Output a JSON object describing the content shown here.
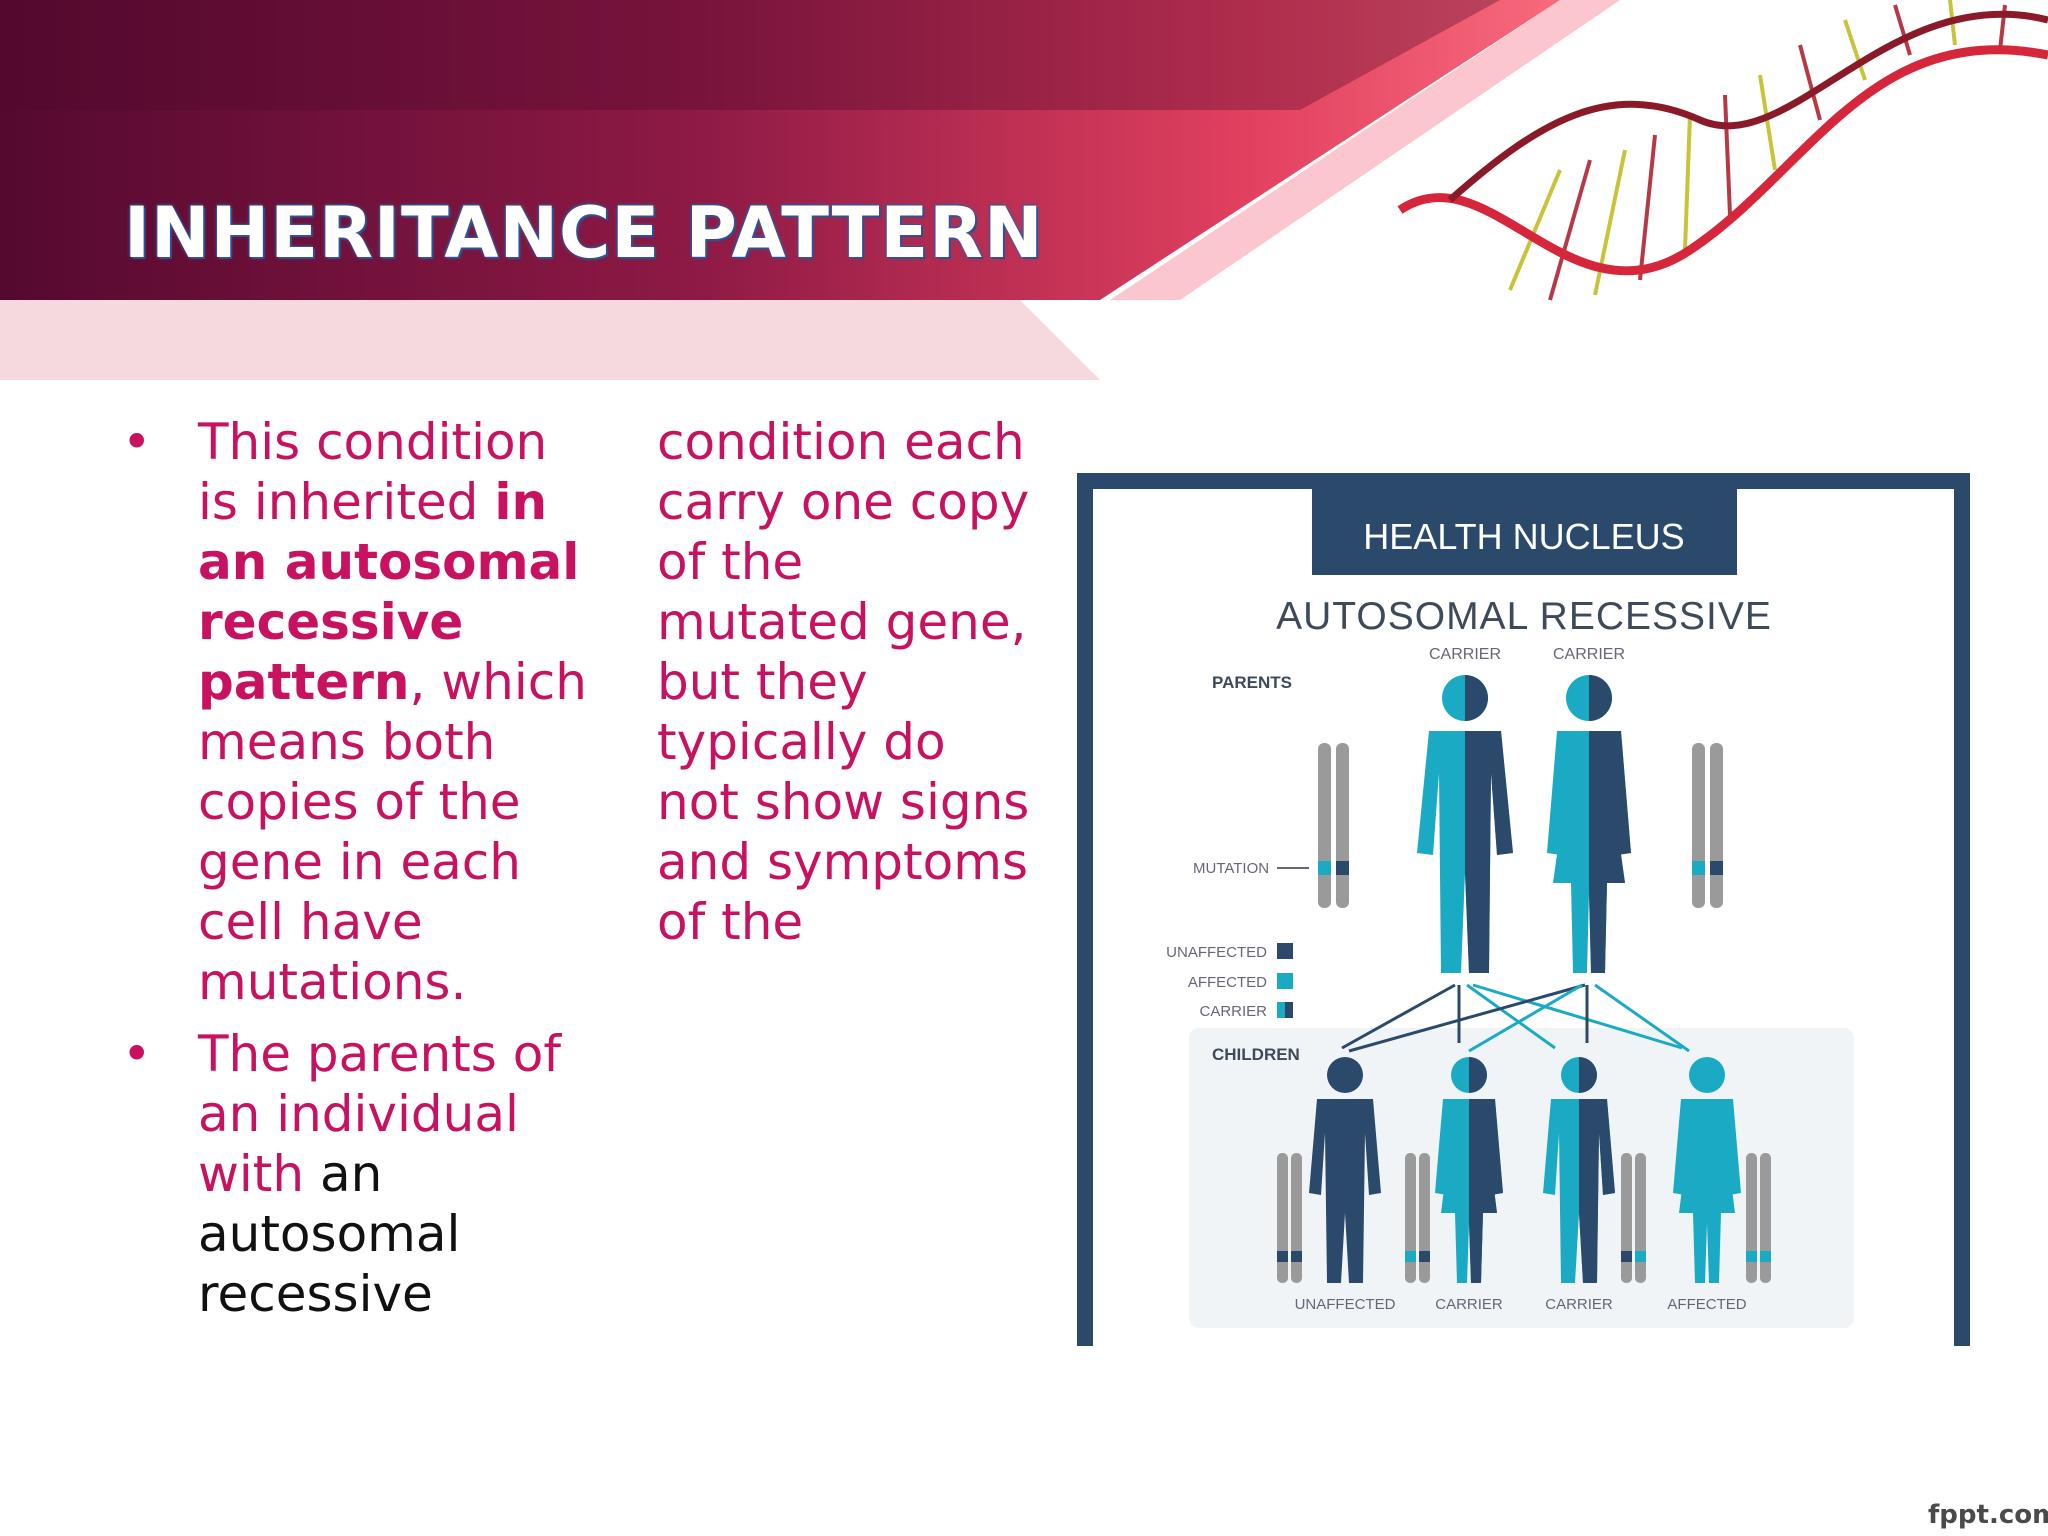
{
  "slide": {
    "title": "INHERITANCE PATTERN",
    "bullets": [
      {
        "lines": [
          [
            {
              "t": "This condition",
              "b": false
            }
          ],
          [
            {
              "t": "is inherited ",
              "b": false
            },
            {
              "t": "in",
              "b": true
            }
          ],
          [
            {
              "t": "an autosomal",
              "b": true
            }
          ],
          [
            {
              "t": "recessive",
              "b": true
            }
          ],
          [
            {
              "t": "pattern",
              "b": true
            },
            {
              "t": ", which",
              "b": false
            }
          ],
          [
            {
              "t": "means both",
              "b": false
            }
          ],
          [
            {
              "t": "copies of the",
              "b": false
            }
          ],
          [
            {
              "t": "gene in each",
              "b": false
            }
          ],
          [
            {
              "t": "cell have",
              "b": false
            }
          ],
          [
            {
              "t": "mutations.",
              "b": false
            }
          ]
        ]
      },
      {
        "lines": [
          [
            {
              "t": "The parents of",
              "b": false
            }
          ],
          [
            {
              "t": "an individual",
              "b": false
            }
          ],
          [
            {
              "t": "with ",
              "b": false
            },
            {
              "t": "an",
              "b": false,
              "black": true
            }
          ],
          [
            {
              "t": "autosomal",
              "b": false,
              "black": true
            }
          ],
          [
            {
              "t": "recessive",
              "b": false,
              "black": true
            }
          ]
        ]
      }
    ],
    "column2_lines": [
      "condition each",
      "carry one copy",
      "of the",
      "mutated gene,",
      "but they",
      "typically do",
      "not show signs",
      "and symptoms",
      "of the"
    ],
    "bullet_symbol": "•",
    "footer_watermark": "fppt.com"
  },
  "figure": {
    "banner": "HEALTH NUCLEUS",
    "heading": "AUTOSOMAL RECESSIVE",
    "parents_label": "PARENTS",
    "children_label": "CHILDREN",
    "mutation_label": "MUTATION",
    "parent_labels": [
      "CARRIER",
      "CARRIER"
    ],
    "legend": [
      {
        "label": "UNAFFECTED",
        "kind": "unaffected"
      },
      {
        "label": "AFFECTED",
        "kind": "affected"
      },
      {
        "label": "CARRIER",
        "kind": "carrier"
      }
    ],
    "child_labels": [
      "UNAFFECTED",
      "CARRIER",
      "CARRIER",
      "AFFECTED"
    ]
  },
  "colors": {
    "title_text": "#ffffff",
    "title_glow": "#2d4b8a",
    "body_text": "#c8115f",
    "header_dark": "#5a0a35",
    "header_mid": "#a31d4f",
    "header_pink": "#f04b6c",
    "figure_navy": "#2b4a6b",
    "figure_teal": "#1aaac4",
    "figure_chromosome": "#9a9a9a"
  }
}
